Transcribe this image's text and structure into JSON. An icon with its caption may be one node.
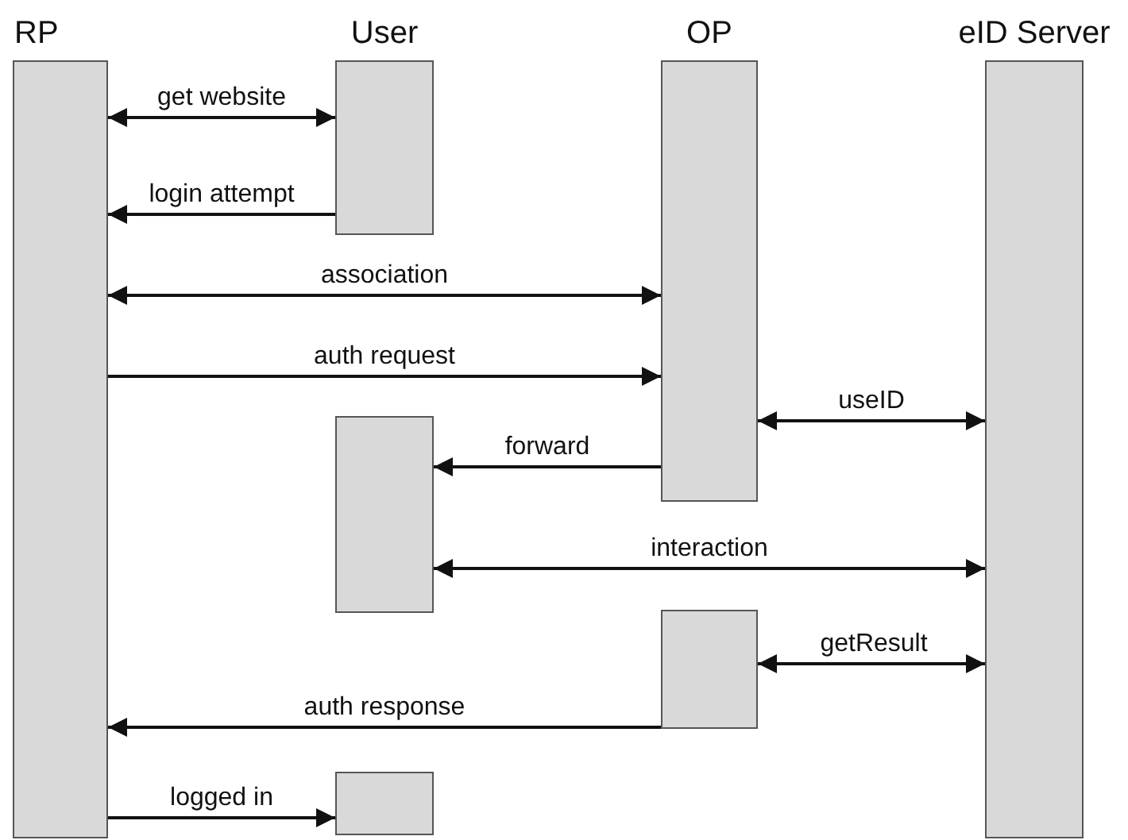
{
  "diagram": {
    "nodes": [
      {
        "text": [
          "RP"
        ]
      },
      {
        "text": [
          "User"
        ]
      },
      {
        "text": [
          "OP"
        ]
      },
      {
        "text": [
          "eID Server"
        ]
      },
      {
        "text": [],
        "shape": "bar"
      },
      {
        "text": [],
        "shape": "bar"
      },
      {
        "text": [],
        "shape": "bar"
      }
    ],
    "edges": [
      {
        "from": 0,
        "to": 1,
        "arrow": "both",
        "label": "get website"
      },
      {
        "from": 1,
        "to": 0,
        "arrow": "to",
        "label": "login attempt"
      },
      {
        "from": 0,
        "to": 2,
        "arrow": "both",
        "label": "association"
      },
      {
        "from": 0,
        "to": 2,
        "arrow": "to",
        "label": "auth request"
      },
      {
        "from": 2,
        "to": 3,
        "arrow": "both",
        "label": "useID"
      },
      {
        "from": 2,
        "to": 4,
        "arrow": "to",
        "label": "forward"
      },
      {
        "from": 4,
        "to": 3,
        "arrow": "both",
        "label": "interaction"
      },
      {
        "from": 5,
        "to": 3,
        "arrow": "both",
        "label": "getResult"
      },
      {
        "from": 5,
        "to": 0,
        "arrow": "to",
        "label": "auth response"
      },
      {
        "from": 0,
        "to": 6,
        "arrow": "to",
        "label": "logged in"
      }
    ]
  }
}
